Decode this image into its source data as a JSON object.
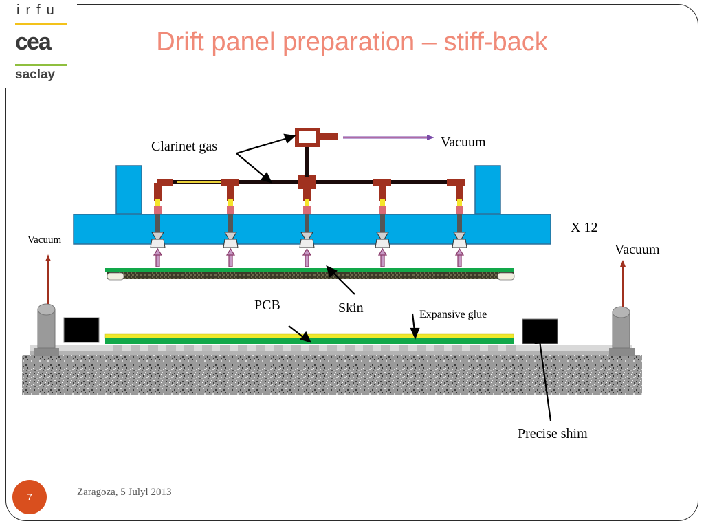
{
  "logo": {
    "line1": "irfu",
    "line2": "cea",
    "line3": "saclay"
  },
  "title": "Drift panel preparation – stiff-back",
  "labels": {
    "clarinet_gas": "Clarinet gas",
    "vacuum_top": "Vacuum",
    "x12": "X 12",
    "vacuum_left": "Vacuum",
    "vacuum_right": "Vacuum",
    "pcb": "PCB",
    "skin": "Skin",
    "expansive_glue": "Expansive glue",
    "precise_shim": "Precise shim"
  },
  "footer": {
    "text": "Zaragoza, 5 Julyl 2013",
    "slide_number": "7"
  },
  "colors": {
    "title": "#f08a78",
    "stiffback_blue": "#00a9e6",
    "pipe_brown": "#a0311f",
    "pcb_green": "#12a84a",
    "glue_yellow": "#f0e92a",
    "slide_badge": "#d94f1e"
  }
}
